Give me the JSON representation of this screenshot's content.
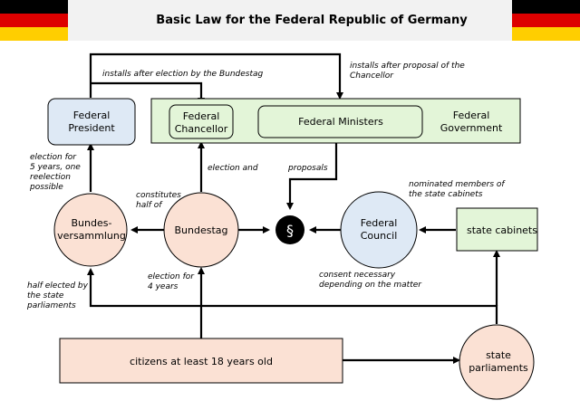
{
  "header": {
    "title": "Basic Law for the Federal Republic of Germany"
  },
  "flag_colors": {
    "black": "#000000",
    "red": "#dd0000",
    "gold": "#ffce00"
  },
  "nodes": {
    "federal_president": {
      "line1": "Federal",
      "line2": "President"
    },
    "federal_chancellor": {
      "line1": "Federal",
      "line2": "Chancellor"
    },
    "federal_ministers": {
      "label": "Federal Ministers"
    },
    "federal_government": {
      "line1": "Federal",
      "line2": "Government"
    },
    "bundesversammlung": {
      "line1": "Bundes-",
      "line2": "versammlung"
    },
    "bundestag": {
      "label": "Bundestag"
    },
    "law_symbol": {
      "label": "§"
    },
    "federal_council": {
      "line1": "Federal",
      "line2": "Council"
    },
    "state_cabinets": {
      "label": "state cabinets"
    },
    "citizens": {
      "label": "citizens at least 18 years old"
    },
    "state_parliaments": {
      "line1": "state",
      "line2": "parliaments"
    }
  },
  "notes": {
    "installs_bundestag": "installs after election by the Bundestag",
    "installs_proposal": {
      "line1": "installs after proposal of the",
      "line2": "Chancellor"
    },
    "election_5_years": {
      "line1": "election for",
      "line2": "5 years, one",
      "line3": "reelection",
      "line4": "possible"
    },
    "election_and": "election and",
    "proposals": "proposals",
    "nominated": {
      "line1": "nominated members of",
      "line2": "the state cabinets"
    },
    "constitutes": {
      "line1": "constitutes",
      "line2": "half of"
    },
    "election_4_years": {
      "line1": "election for",
      "line2": "4 years"
    },
    "consent": {
      "line1": "consent necessary",
      "line2": "depending on the matter"
    },
    "half_elected": {
      "line1": "half elected by",
      "line2": "the state",
      "line3": "parliaments"
    }
  },
  "colors": {
    "president_fill": "#dee9f5",
    "government_fill": "#e3f5d8",
    "citizen_fill": "#fbe1d4",
    "council_fill": "#dee9f5",
    "cabinet_fill": "#e3f5d8"
  }
}
